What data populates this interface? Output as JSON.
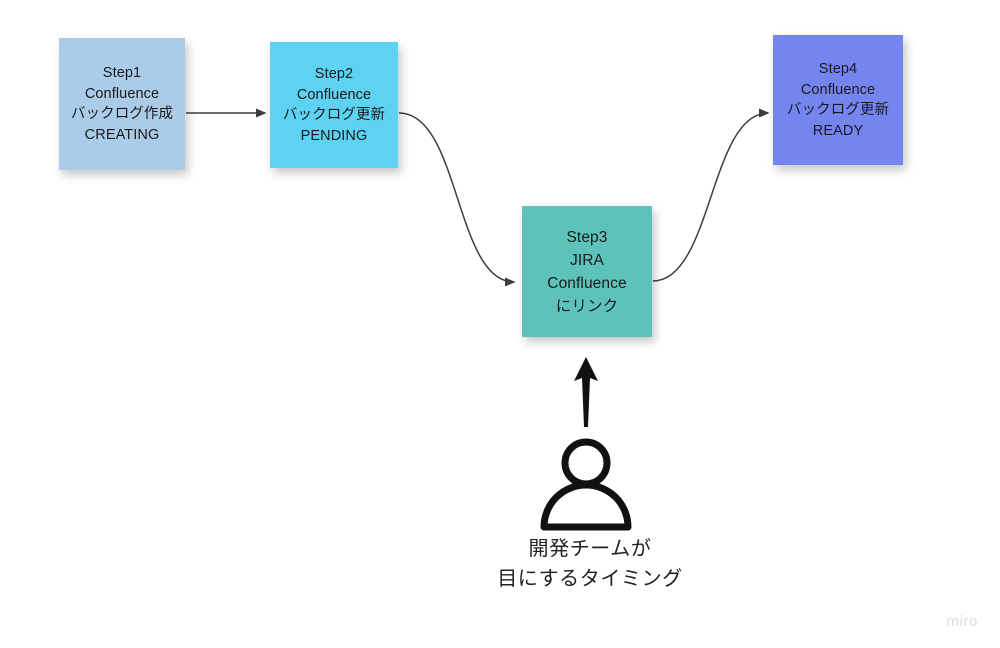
{
  "board": {
    "background_color": "#ffffff",
    "watermark": "miro"
  },
  "notes": [
    {
      "id": "step1",
      "color": "#abcce9",
      "lines": [
        "Step1",
        "Confluence",
        "バックログ作成",
        "CREATING"
      ],
      "line1": "Step1",
      "line2": "Confluence",
      "line3": "バックログ作成",
      "line4": "CREATING"
    },
    {
      "id": "step2",
      "color": "#5dd2f3",
      "lines": [
        "Step2",
        "Confluence",
        "バックログ更新",
        "PENDING"
      ],
      "line1": "Step2",
      "line2": "Confluence",
      "line3": "バックログ更新",
      "line4": "PENDING"
    },
    {
      "id": "step3",
      "color": "#5dc3ba",
      "lines": [
        "Step3",
        "JIRA",
        "Confluence",
        "にリンク"
      ],
      "line1": "Step3",
      "line2": "JIRA",
      "line3": "Confluence",
      "line4": "にリンク"
    },
    {
      "id": "step4",
      "color": "#7485f0",
      "lines": [
        "Step4",
        "Confluence",
        "バックログ更新",
        "READY"
      ],
      "line1": "Step4",
      "line2": "Confluence",
      "line3": "バックログ更新",
      "line4": "READY"
    }
  ],
  "connectors": [
    {
      "id": "step1-to-step2",
      "type": "straight-arrow",
      "from": "step1",
      "to": "step2",
      "color": "#3d3d3d"
    },
    {
      "id": "step2-to-step3",
      "type": "curved-arrow",
      "from": "step2",
      "to": "step3",
      "color": "#3d3d3d"
    },
    {
      "id": "step3-to-step4",
      "type": "curved-arrow",
      "from": "step3",
      "to": "step4",
      "color": "#3d3d3d"
    },
    {
      "id": "person-to-step3",
      "type": "straight-arrow-up",
      "from": "person",
      "to": "step3",
      "color": "#111111"
    }
  ],
  "annotation": {
    "icon": "person-icon",
    "caption_line1": "開発チームが",
    "caption_line2": "目にするタイミング",
    "caption_color": "#222222"
  }
}
